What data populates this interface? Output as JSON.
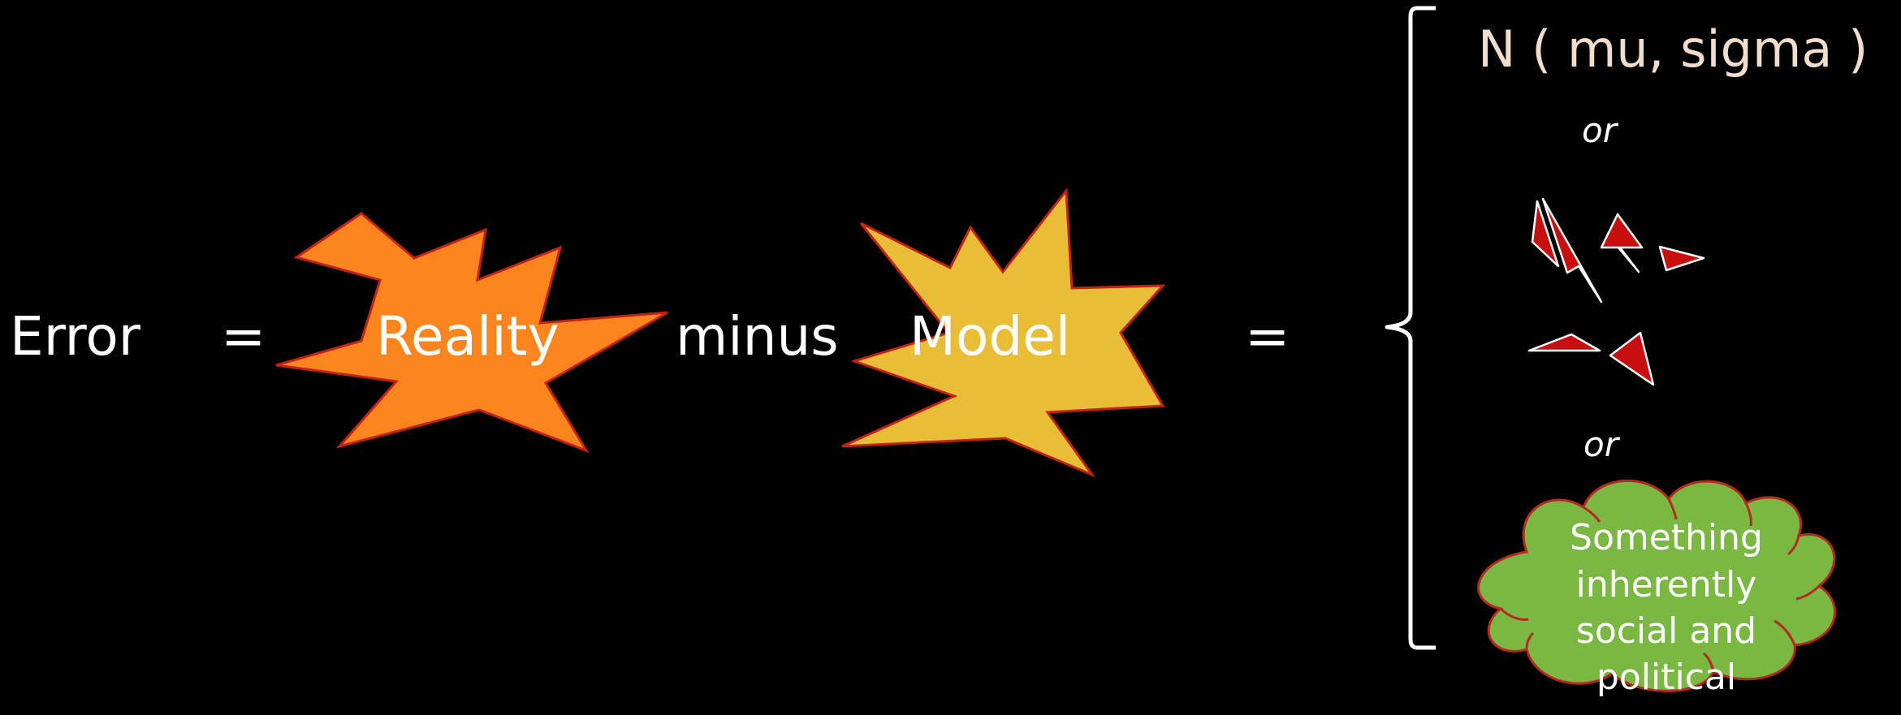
{
  "equation": {
    "error_label": "Error",
    "equals_1": "=",
    "reality_label": "Reality",
    "minus_label": "minus",
    "model_label": "Model",
    "equals_2": "="
  },
  "options": {
    "normal_label": "N ( mu, sigma )",
    "or_1": "or",
    "or_2": "or",
    "cloud_lines": [
      "Something",
      "inherently",
      "social and",
      "political"
    ]
  },
  "colors": {
    "background": "#000000",
    "text": "#ffffff",
    "reality_fill": "#fa841e",
    "model_fill": "#e8bd37",
    "outline": "#c22218",
    "shard_fill": "#c80f0f",
    "cloud_fill": "#7bb843",
    "cloud_outline": "#b52a1e"
  },
  "icons": [
    "explosion-shape",
    "explosion-shape",
    "triangle-shard",
    "cloud-shape",
    "curly-brace"
  ]
}
